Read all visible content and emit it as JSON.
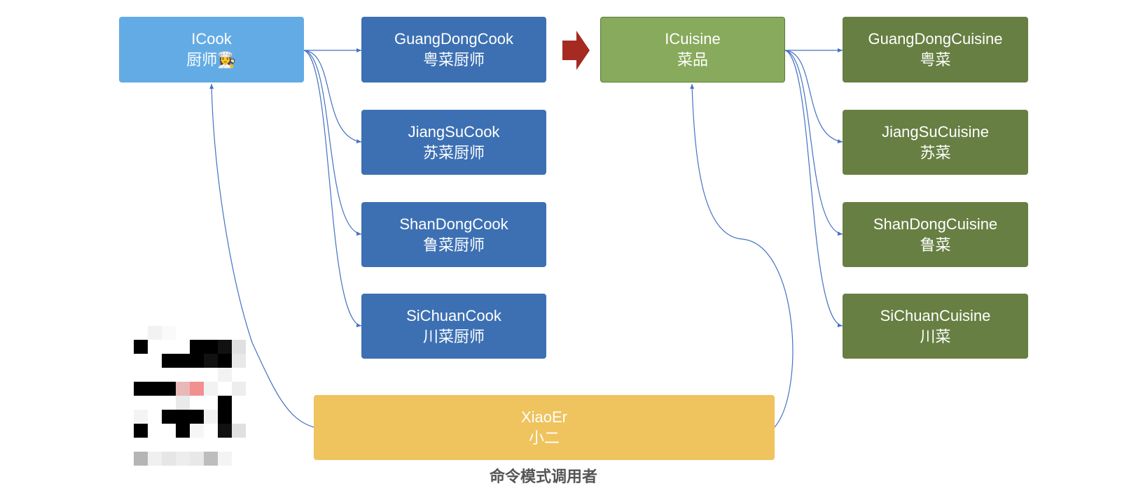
{
  "colors": {
    "light_blue": "#63abe5",
    "dark_blue": "#3d70b3",
    "light_green": "#88aa5c",
    "dark_green": "#677f42",
    "yellow": "#efc35e",
    "connector": "#4472c4",
    "big_arrow": "#a52a22"
  },
  "cook_interface": {
    "name": "ICook",
    "label": "厨师👩‍🍳"
  },
  "cooks": [
    {
      "name": "GuangDongCook",
      "label": "粤菜厨师"
    },
    {
      "name": "JiangSuCook",
      "label": "苏菜厨师"
    },
    {
      "name": "ShanDongCook",
      "label": "鲁菜厨师"
    },
    {
      "name": "SiChuanCook",
      "label": "川菜厨师"
    }
  ],
  "cuisine_interface": {
    "name": "ICuisine",
    "label": "菜品"
  },
  "cuisines": [
    {
      "name": "GuangDongCuisine",
      "label": "粤菜"
    },
    {
      "name": "JiangSuCuisine",
      "label": "苏菜"
    },
    {
      "name": "ShanDongCuisine",
      "label": "鲁菜"
    },
    {
      "name": "SiChuanCuisine",
      "label": "川菜"
    }
  ],
  "invoker": {
    "name": "XiaoEr",
    "label": "小二"
  },
  "caption": "命令模式调用者",
  "icons": {
    "big_arrow": "right-arrow-icon",
    "avatar": "qr-code-icon"
  }
}
